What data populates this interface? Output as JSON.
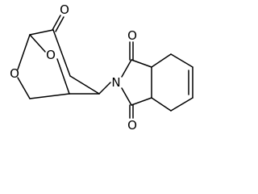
{
  "structure": {
    "atoms": {
      "o_ketone": "O",
      "o_bridge": "O",
      "o_ring": "O",
      "n_imide": "N",
      "o_imide_top": "O",
      "o_imide_bottom": "O"
    }
  }
}
